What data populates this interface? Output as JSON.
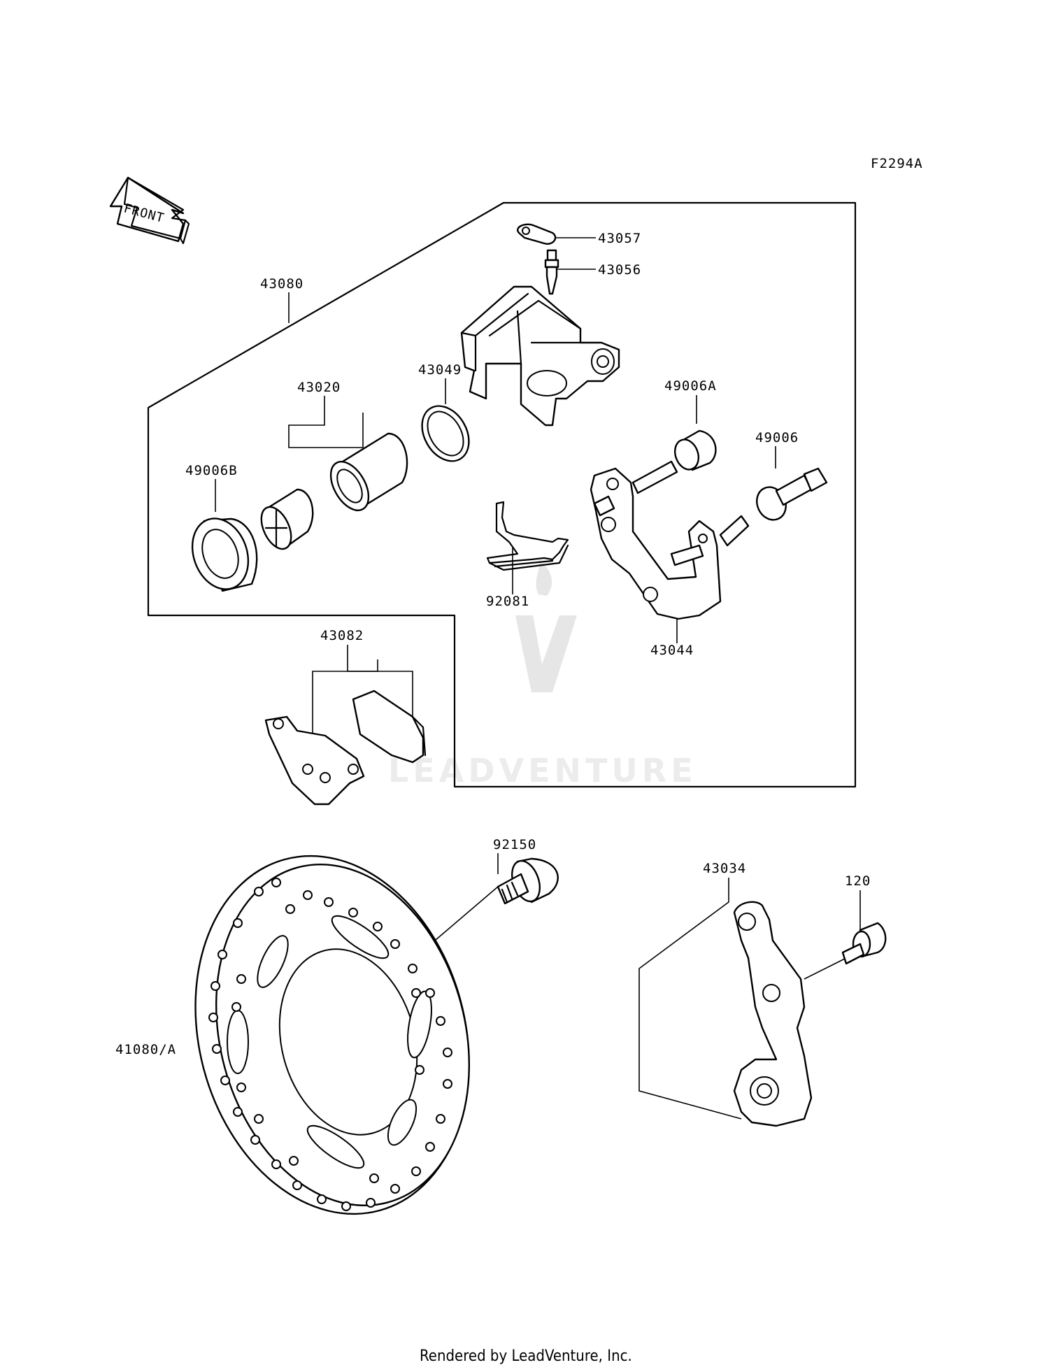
{
  "diagram": {
    "figure_code": "F2294A",
    "front_indicator": "FRONT",
    "watermark": "LEADVENTURE",
    "footer": "Rendered by LeadVenture, Inc.",
    "parts": {
      "p43057": "43057",
      "p43056": "43056",
      "p43080": "43080",
      "p43049": "43049",
      "p43020": "43020",
      "p49006A": "49006A",
      "p49006B": "49006B",
      "p49006": "49006",
      "p92081": "92081",
      "p43044": "43044",
      "p43082": "43082",
      "p92150": "92150",
      "p43034": "43034",
      "p120": "120",
      "p41080A": "41080/A"
    }
  }
}
